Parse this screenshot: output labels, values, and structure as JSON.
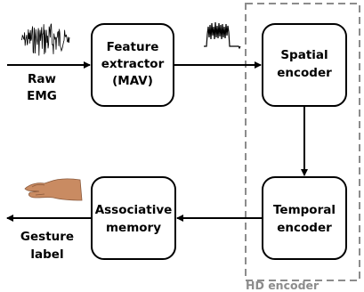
{
  "diagram": {
    "nodes": {
      "feature_extractor": {
        "lines": [
          "Feature",
          "extractor",
          "(MAV)"
        ]
      },
      "spatial_encoder": {
        "lines": [
          "Spatial",
          "encoder"
        ]
      },
      "temporal_encoder": {
        "lines": [
          "Temporal",
          "encoder"
        ]
      },
      "associative_memory": {
        "lines": [
          "Associative",
          "memory"
        ]
      }
    },
    "labels": {
      "raw_emg": [
        "Raw",
        "EMG"
      ],
      "gesture_label": [
        "Gesture",
        "label"
      ]
    },
    "group": {
      "label": "HD encoder"
    },
    "colors": {
      "group_border": "#8c8c8c",
      "box_border": "#000000",
      "hand": "#c98b62"
    },
    "icons": [
      "raw-emg-signal-icon",
      "mav-signal-icon",
      "hand-gesture-icon"
    ]
  }
}
